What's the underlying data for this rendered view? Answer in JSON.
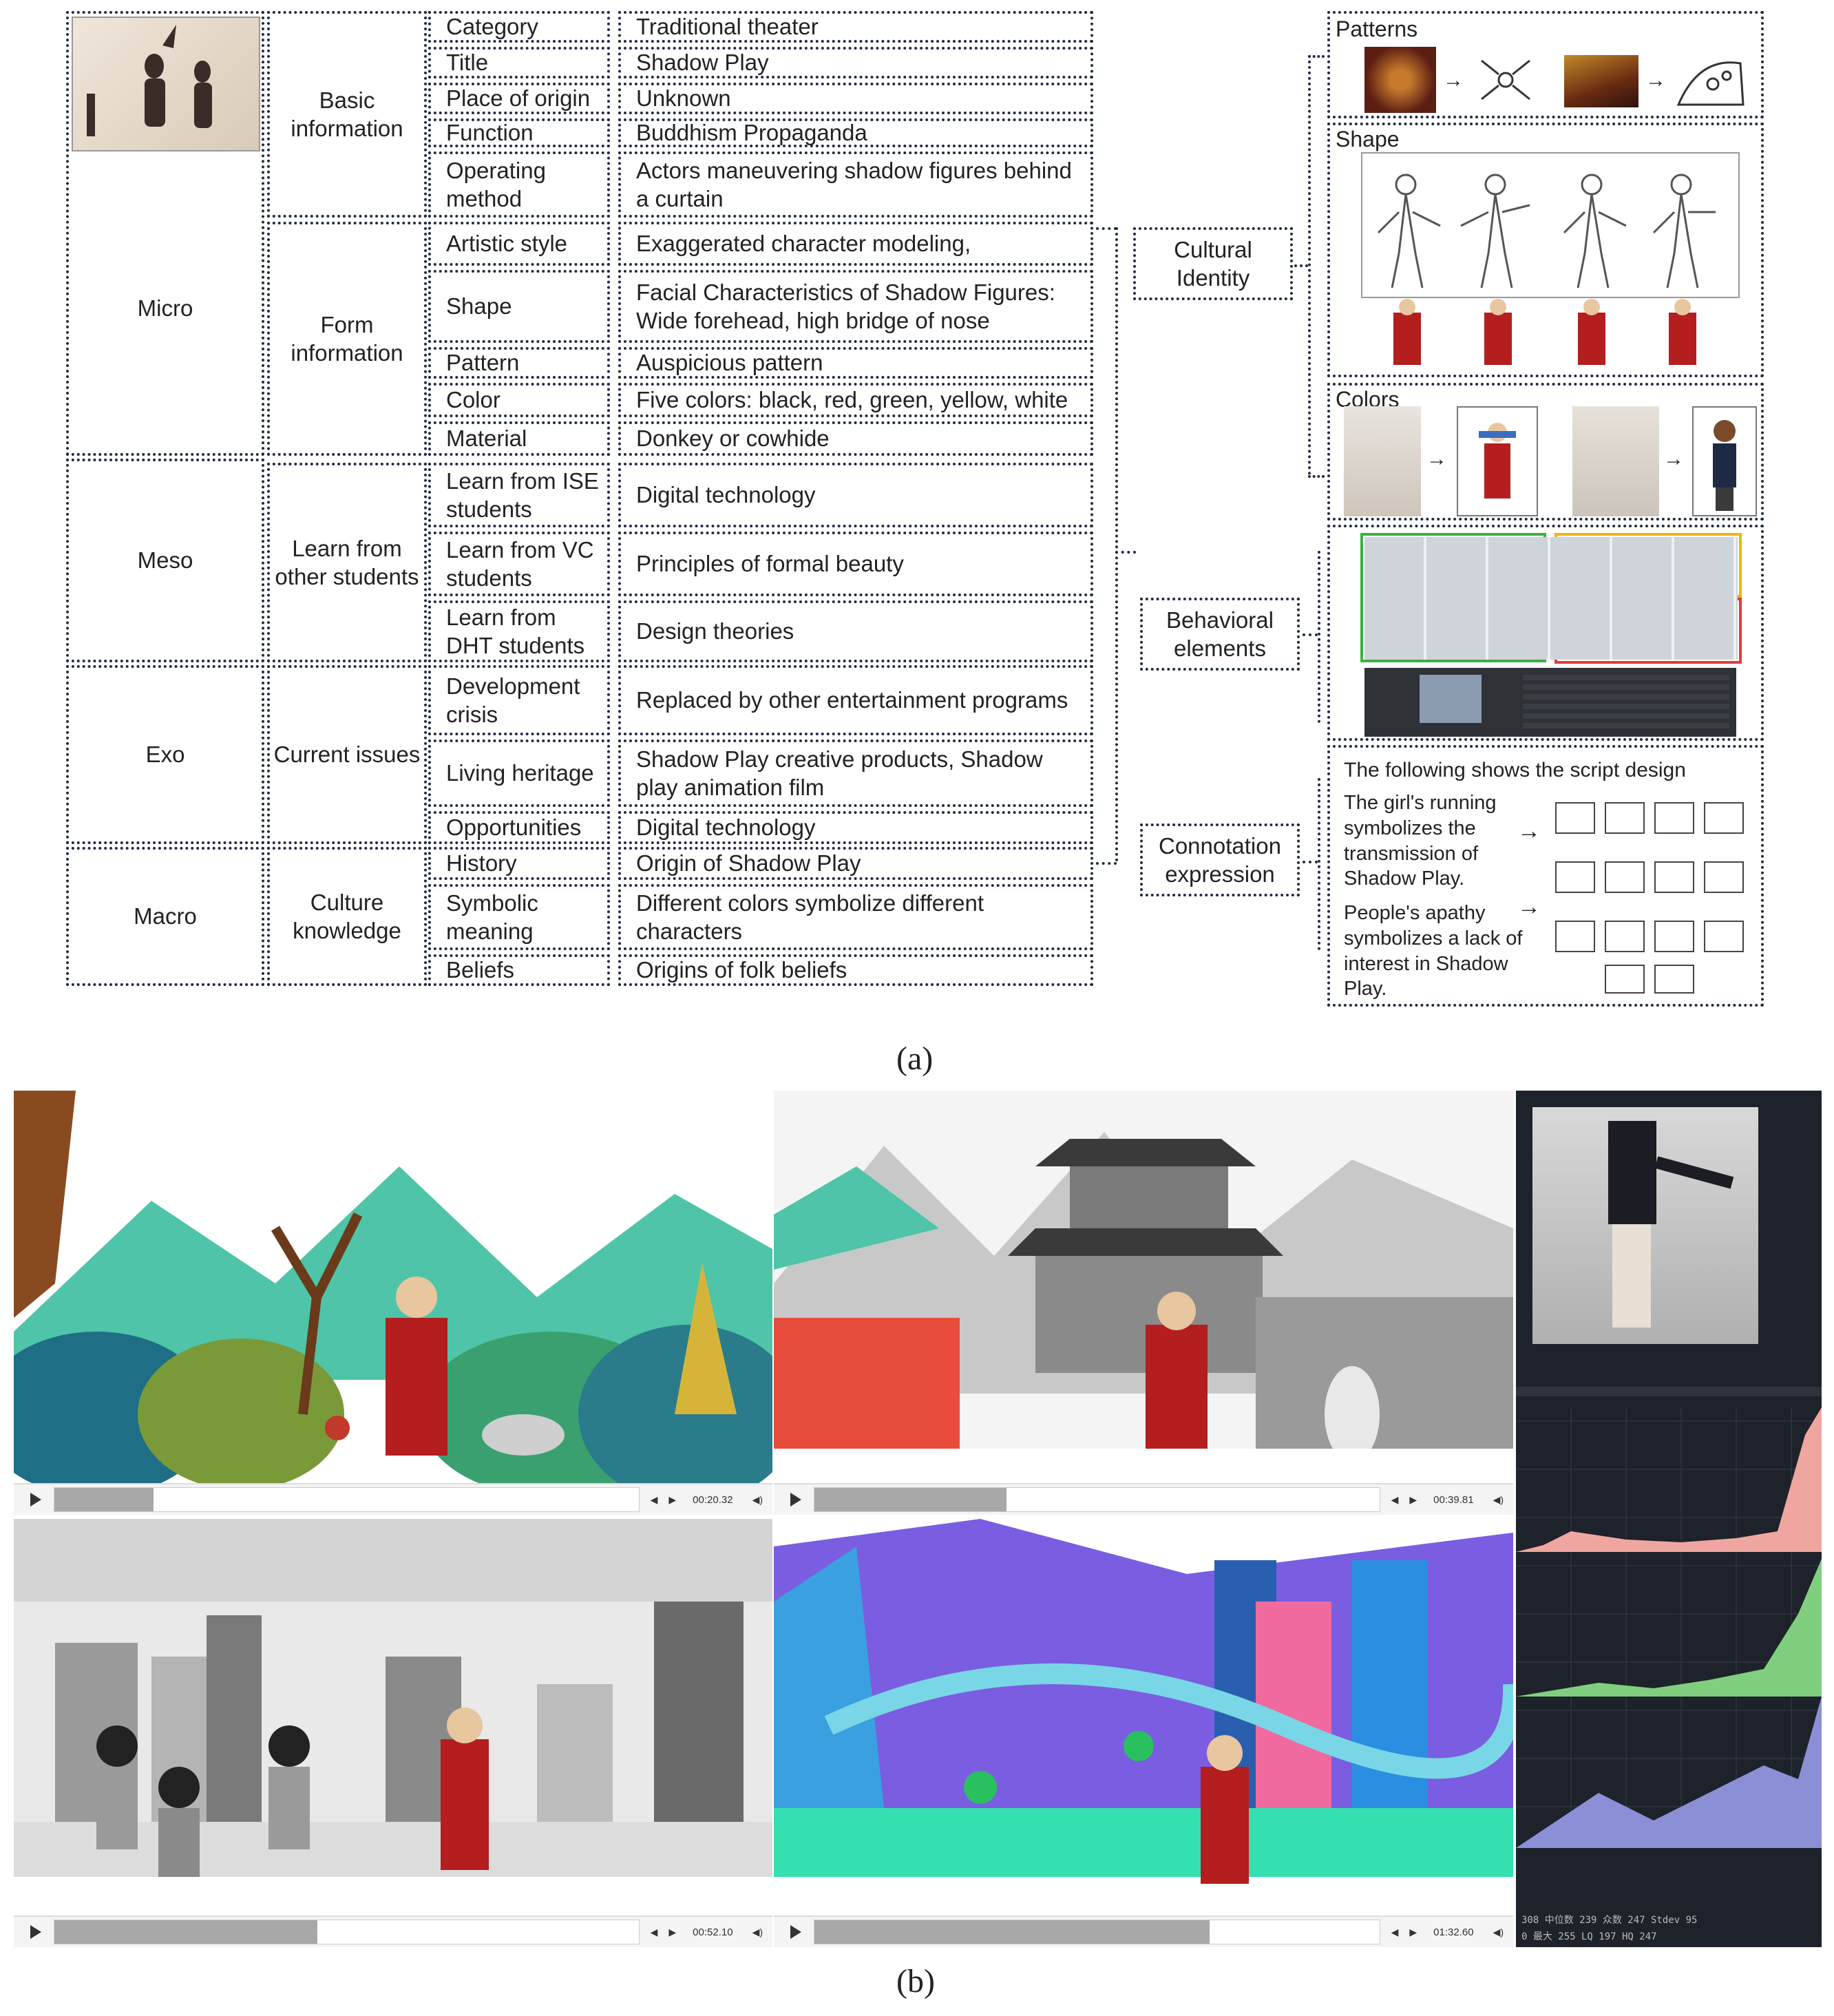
{
  "levels": {
    "micro": "Micro",
    "meso": "Meso",
    "exo": "Exo",
    "macro": "Macro"
  },
  "groups": {
    "basic": "Basic information",
    "form": "Form information",
    "learn": "Learn from other students",
    "issues": "Current issues",
    "culture": "Culture knowledge"
  },
  "rows": [
    {
      "attr": "Category",
      "value": "Traditional theater"
    },
    {
      "attr": "Title",
      "value": "Shadow Play"
    },
    {
      "attr": "Place of origin",
      "value": "Unknown"
    },
    {
      "attr": "Function",
      "value": "Buddhism Propaganda"
    },
    {
      "attr": "Operating method",
      "value": "Actors maneuvering shadow figures behind a curtain"
    },
    {
      "attr": "Artistic style",
      "value": "Exaggerated character modeling,"
    },
    {
      "attr": "Shape",
      "value": "Facial Characteristics of Shadow Figures: Wide forehead, high bridge of nose"
    },
    {
      "attr": "Pattern",
      "value": "Auspicious pattern"
    },
    {
      "attr": "Color",
      "value": "Five colors: black, red, green, yellow, white"
    },
    {
      "attr": "Material",
      "value": "Donkey or cowhide"
    },
    {
      "attr": "Learn from ISE students",
      "value": "Digital technology"
    },
    {
      "attr": "Learn from VC students",
      "value": "Principles of formal beauty"
    },
    {
      "attr": "Learn from DHT students",
      "value": "Design theories"
    },
    {
      "attr": "Development crisis",
      "value": "Replaced by other entertainment programs"
    },
    {
      "attr": "Living heritage",
      "value": "Shadow Play creative products, Shadow play animation film"
    },
    {
      "attr": "Opportunities",
      "value": "Digital technology"
    },
    {
      "attr": "History",
      "value": "Origin of Shadow Play"
    },
    {
      "attr": "Symbolic meaning",
      "value": "Different colors symbolize different characters"
    },
    {
      "attr": "Beliefs",
      "value": "Origins of folk beliefs"
    }
  ],
  "dimensions": {
    "cultural": "Cultural Identity",
    "behavioral": "Behavioral elements",
    "connotation": "Connotation expression"
  },
  "panels": {
    "patterns": "Patterns",
    "shape": "Shape",
    "colors": "Colors",
    "script_title": "The following shows the script design",
    "script_line1": "The girl's running symbolizes the transmission of Shadow Play.",
    "script_line2": "People's apathy symbolizes a lack of interest in Shadow Play."
  },
  "captions": {
    "a": "(a)",
    "b": "(b)"
  },
  "videos": [
    {
      "time": "00:20.32",
      "progress": 0.17
    },
    {
      "time": "00:39.81",
      "progress": 0.34
    },
    {
      "time": "00:52.10",
      "progress": 0.45
    },
    {
      "time": "01:32.60",
      "progress": 0.7
    }
  ],
  "monitor": {
    "row1": "308  中位数 239  众数 247  Stdev 95",
    "row2": "0    最大 255  LQ 197  HQ 247"
  },
  "colors": {
    "border": "#1f2a44",
    "red_histo": "#f0a6a0",
    "green_histo": "#7fcf7f",
    "blue_histo": "#8b8fd6"
  }
}
